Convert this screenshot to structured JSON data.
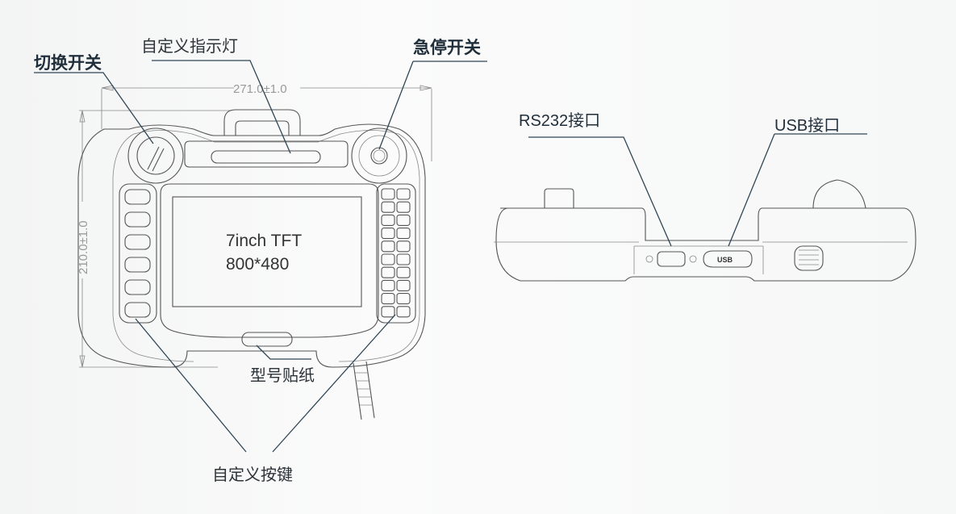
{
  "front_view": {
    "labels": {
      "selector_switch": "切换开关",
      "custom_indicator": "自定义指示灯",
      "emergency_stop": "急停开关",
      "model_sticker": "型号贴纸",
      "custom_keys": "自定义按键"
    },
    "dimensions": {
      "width": "271.0±1.0",
      "height": "210.0±1.0"
    },
    "screen": {
      "line1": "7inch  TFT",
      "line2": "800*480"
    }
  },
  "bottom_view": {
    "labels": {
      "rs232": "RS232接口",
      "usb": "USB接口"
    },
    "usb_port_text": "USB"
  },
  "colors": {
    "leader": "#2f4656",
    "outline": "#555555"
  }
}
